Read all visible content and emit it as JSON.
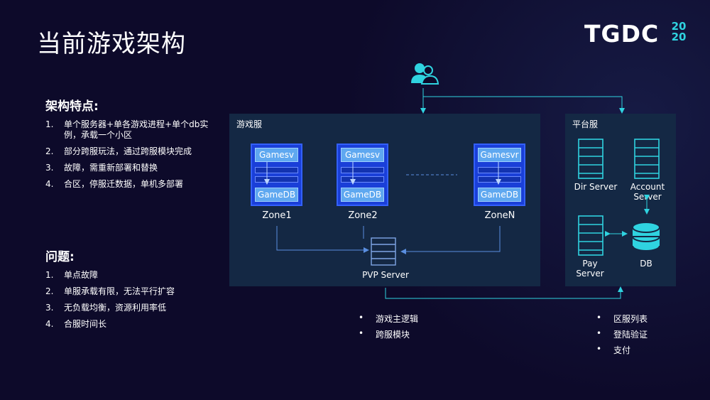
{
  "header": {
    "title": "当前游戏架构",
    "logo_text": "TGDC",
    "logo_year_top": "20",
    "logo_year_bottom": "20"
  },
  "features": {
    "heading": "架构特点:",
    "items": [
      {
        "num": "1.",
        "text": "单个服务器+单各游戏进程+单个db实例，承载一个小区"
      },
      {
        "num": "2.",
        "text": "部分跨服玩法，通过跨服模块完成"
      },
      {
        "num": "3.",
        "text": "故障，需重新部署和替换"
      },
      {
        "num": "4.",
        "text": "合区，停服迁数据，单机多部署"
      }
    ]
  },
  "problems": {
    "heading": "问题:",
    "items": [
      {
        "num": "1.",
        "text": "单点故障"
      },
      {
        "num": "2.",
        "text": "单服承载有限，无法平行扩容"
      },
      {
        "num": "3.",
        "text": "无负载均衡，资源利用率低"
      },
      {
        "num": "4.",
        "text": "合服时间长"
      }
    ]
  },
  "game_panel": {
    "label": "游戏服",
    "zones": [
      {
        "top": "Gamesv",
        "bottom": "GameDB",
        "name": "Zone1"
      },
      {
        "top": "Gamesv",
        "bottom": "GameDB",
        "name": "Zone2"
      },
      {
        "top": "Gamesvr",
        "bottom": "GameDB",
        "name": "ZoneN"
      }
    ],
    "pvp_server": "PVP Server",
    "bullet": "•",
    "notes": [
      "游戏主逻辑",
      "跨服模块"
    ]
  },
  "platform_panel": {
    "label": "平台服",
    "dir_server": "Dir Server",
    "account_server_line1": "Account",
    "account_server_line2": "Server",
    "pay_server_line1": "Pay",
    "pay_server_line2": "Server",
    "db": "DB",
    "bullet": "•",
    "notes": [
      "区服列表",
      "登陆验证",
      "支付"
    ]
  },
  "colors": {
    "background": "#0d0a2a",
    "panel": "#142844",
    "accent_cyan": "#2fd3e0",
    "zone_blue": "#1a3fd8",
    "line_blue": "#5a8ee0"
  }
}
